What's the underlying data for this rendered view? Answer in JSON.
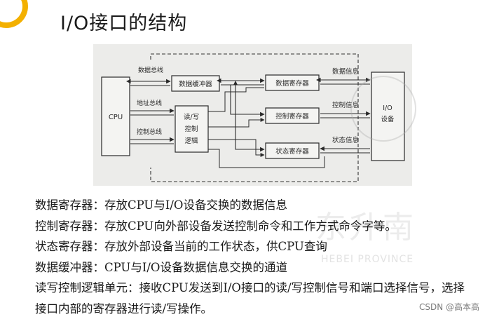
{
  "slide": {
    "title": "I/O接口的结构"
  },
  "diagram": {
    "nodes": {
      "cpu": "CPU",
      "data_buffer": "数据缓冲器",
      "rw_logic": [
        "读/写",
        "控制",
        "逻辑"
      ],
      "data_register": "数据寄存器",
      "control_register": "控制寄存器",
      "status_register": "状态寄存器",
      "io_device": [
        "I/O",
        "设备"
      ]
    },
    "bus_labels": {
      "data_bus": "数据总线",
      "address_bus": "地址总线",
      "control_bus": "控制总线"
    },
    "signal_labels": {
      "data_info": "数据信息",
      "control_info": "控制信息",
      "status_info": "状态信息"
    }
  },
  "descriptions": [
    "数据寄存器：存放CPU与I/O设备交换的数据信息",
    "控制寄存器：存放CPU向外部设备发送控制命令和工作方式命令字等。",
    "状态寄存器：存放外部设备当前的工作状态，供CPU查询",
    "数据缓冲器：CPU与I/O设备数据信息交换的通道",
    "读写控制逻辑单元：接收CPU发送到I/O接口的读/写控制信号和端口选择信号，选择接口内部的寄存器进行读/写操作。"
  ],
  "watermark": {
    "chinese": "东升南",
    "english": "HEBEI PROVINCE"
  },
  "credit": "CSDN @高本高",
  "colors": {
    "logo_accent": "#f3b000",
    "figure_background": "#ececea"
  }
}
